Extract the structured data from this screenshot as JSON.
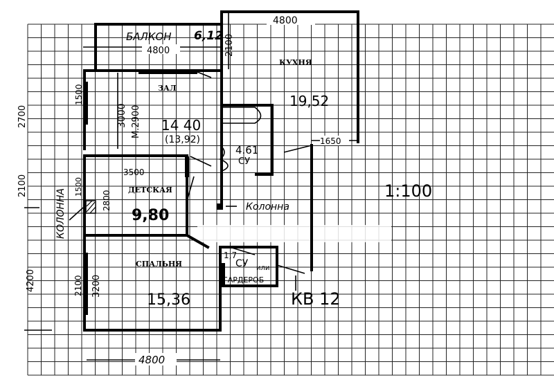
{
  "scale": "1:100",
  "apartment": "КВ 12",
  "balcony": {
    "label": "БАЛКОН",
    "area": "6,12",
    "width": "4800"
  },
  "kitchen": {
    "label": "КУХНЯ",
    "area": "19,52",
    "width": "4800",
    "depth": "2100",
    "offset": "1650"
  },
  "hall": {
    "label": "ЗАЛ",
    "area": "14 40",
    "area_alt": "(13,92)",
    "height_dim": "3000",
    "m_dim": "М.2900",
    "window": "1500"
  },
  "bathroom": {
    "label": "СУ",
    "area": "4.61"
  },
  "nursery": {
    "label": "ДЕТСКАЯ",
    "area": "9,80",
    "width": "3500",
    "depth": "2800",
    "window": "1500"
  },
  "column_label": "КОЛОННА",
  "column_label_2": "Колонна",
  "bedroom": {
    "label": "СПАЛЬНЯ",
    "area": "15,36",
    "depth": "3200",
    "window": "2100",
    "width": "4800"
  },
  "wardrobe": {
    "area": "1,7",
    "label": "СУ",
    "or": "или",
    "alt": "ГАРДЕРОБ"
  },
  "left_dims": {
    "top": "2700",
    "mid": "2100",
    "bottom": "4200"
  }
}
